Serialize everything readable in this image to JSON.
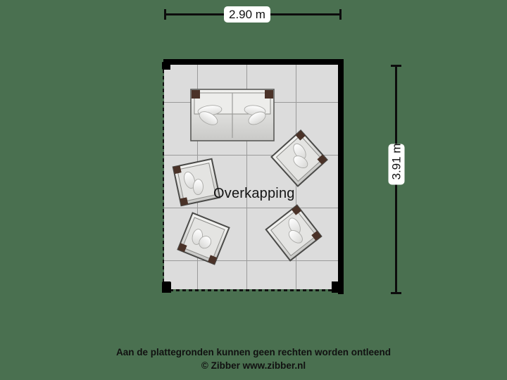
{
  "plan": {
    "room_label": "Overkapping",
    "floor_color": "#dcdcdc",
    "wall_color": "#000000",
    "background_color": "#4a7050",
    "grid_color": "#9a9a9a"
  },
  "dimensions": {
    "width_label": "2.90 m",
    "height_label": "3.91 m",
    "unit": "m"
  },
  "furniture": [
    {
      "name": "sofa-2seat",
      "label": "Sofa",
      "rotation_deg": 0
    },
    {
      "name": "armchair-left",
      "label": "Armchair",
      "rotation_deg": -12
    },
    {
      "name": "armchair-topright",
      "label": "Armchair",
      "rotation_deg": -42
    },
    {
      "name": "armchair-bottomleft",
      "label": "Armchair",
      "rotation_deg": 22
    },
    {
      "name": "armchair-bottomright",
      "label": "Armchair",
      "rotation_deg": -38
    }
  ],
  "footer": {
    "line1": "Aan de plattegronden kunnen geen rechten worden ontleend",
    "line2": "© Zibber www.zibber.nl"
  }
}
